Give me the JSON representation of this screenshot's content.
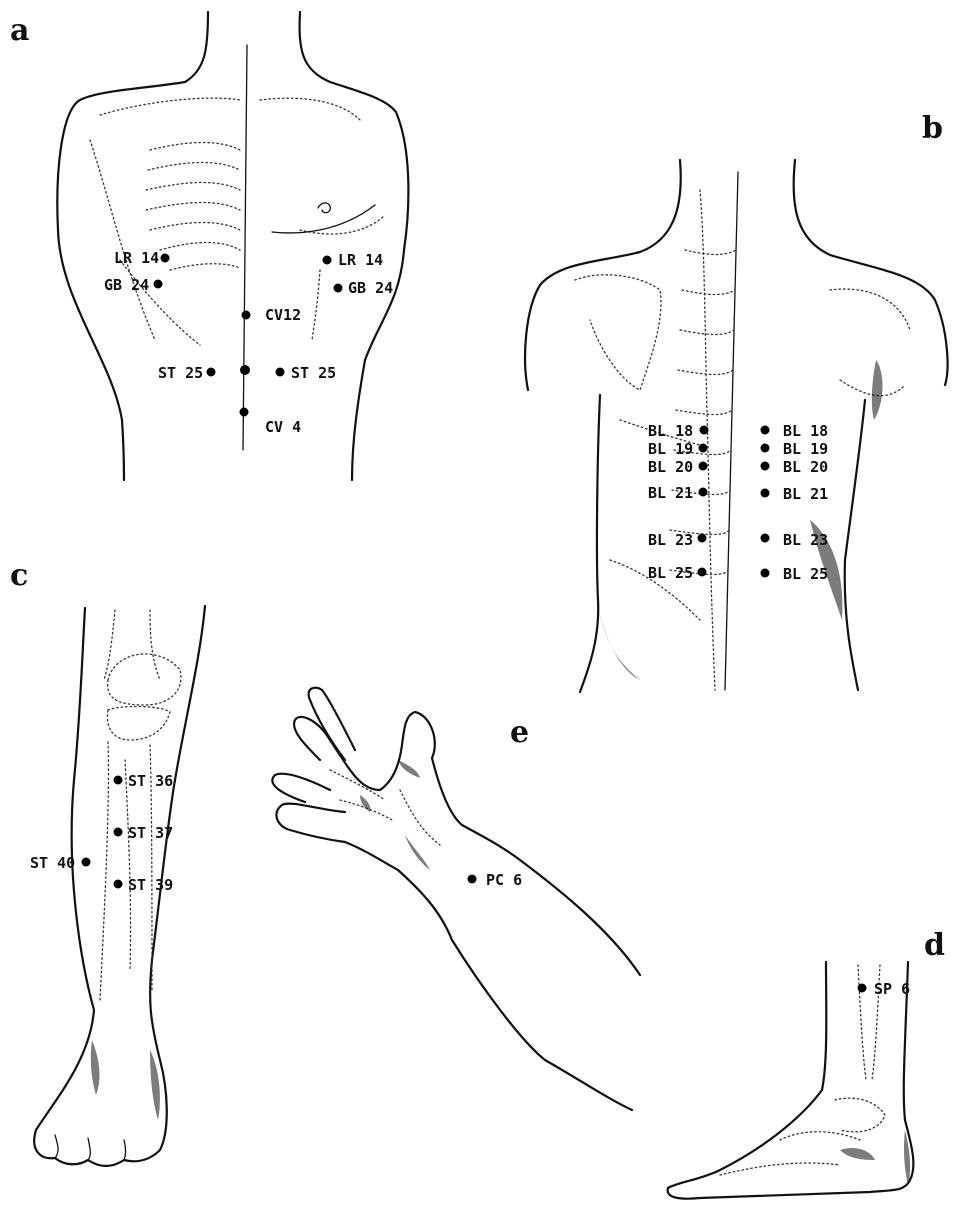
{
  "figure": {
    "panels": [
      {
        "id": "a",
        "letter": "a",
        "region": "chest and abdomen (anterior)",
        "points": [
          "LR 14",
          "GB 24",
          "LR 14",
          "GB 24",
          "CV12",
          "ST 25",
          "ST 25",
          "CV 4"
        ]
      },
      {
        "id": "b",
        "letter": "b",
        "region": "back (posterior)",
        "points": [
          "BL 18",
          "BL 19",
          "BL 20",
          "BL 21",
          "BL 23",
          "BL 25",
          "BL 18",
          "BL 19",
          "BL 20",
          "BL 21",
          "BL 23",
          "BL 25"
        ]
      },
      {
        "id": "c",
        "letter": "c",
        "region": "lower leg",
        "points": [
          "ST 36",
          "ST 37",
          "ST 40",
          "ST 39"
        ]
      },
      {
        "id": "d",
        "letter": "d",
        "region": "ankle and foot",
        "points": [
          "SP 6"
        ]
      },
      {
        "id": "e",
        "letter": "e",
        "region": "hand and forearm",
        "points": [
          "PC 6"
        ]
      }
    ]
  },
  "colors": {
    "ink": "#111111",
    "background": "#ffffff"
  }
}
